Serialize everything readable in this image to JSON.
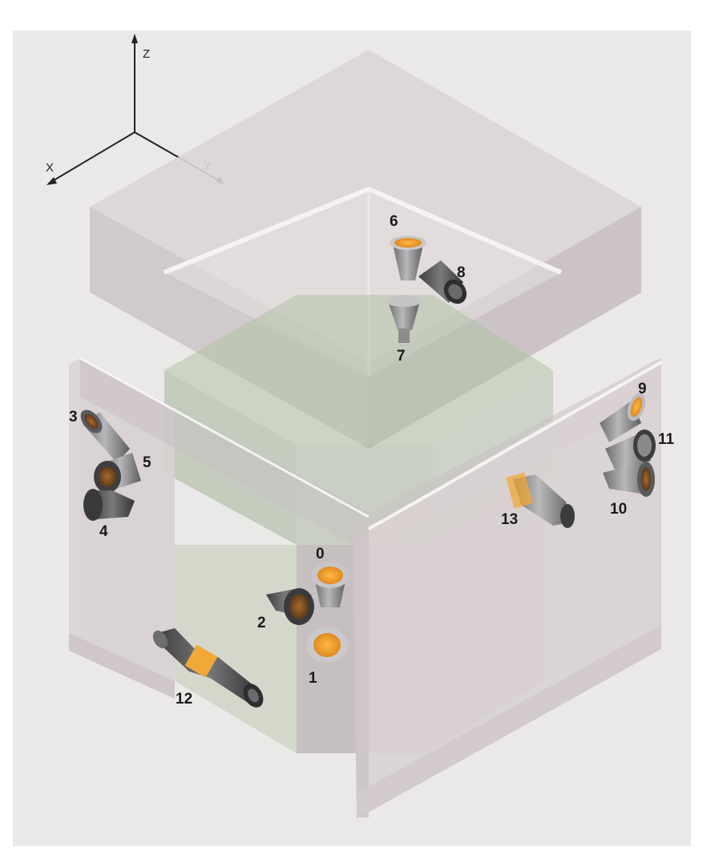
{
  "axes": {
    "z_label": "Z",
    "x_label": "X",
    "y_label": "Y"
  },
  "colors": {
    "background_panel": "#ebe9e7",
    "enclosure_face": "#d9d1d2",
    "enclosure_edge": "#f4f0f0",
    "inner_volume": "#a9b9a0",
    "nozzle_body": "#9a9a9c",
    "nozzle_dark": "#4a4a4c",
    "nozzle_accent": "#f0a838"
  },
  "nozzles": [
    {
      "id": "0",
      "label": "0"
    },
    {
      "id": "1",
      "label": "1"
    },
    {
      "id": "2",
      "label": "2"
    },
    {
      "id": "3",
      "label": "3"
    },
    {
      "id": "4",
      "label": "4"
    },
    {
      "id": "5",
      "label": "5"
    },
    {
      "id": "6",
      "label": "6"
    },
    {
      "id": "7",
      "label": "7"
    },
    {
      "id": "8",
      "label": "8"
    },
    {
      "id": "9",
      "label": "9"
    },
    {
      "id": "10",
      "label": "10"
    },
    {
      "id": "11",
      "label": "11"
    },
    {
      "id": "12",
      "label": "12"
    },
    {
      "id": "13",
      "label": "13"
    }
  ]
}
